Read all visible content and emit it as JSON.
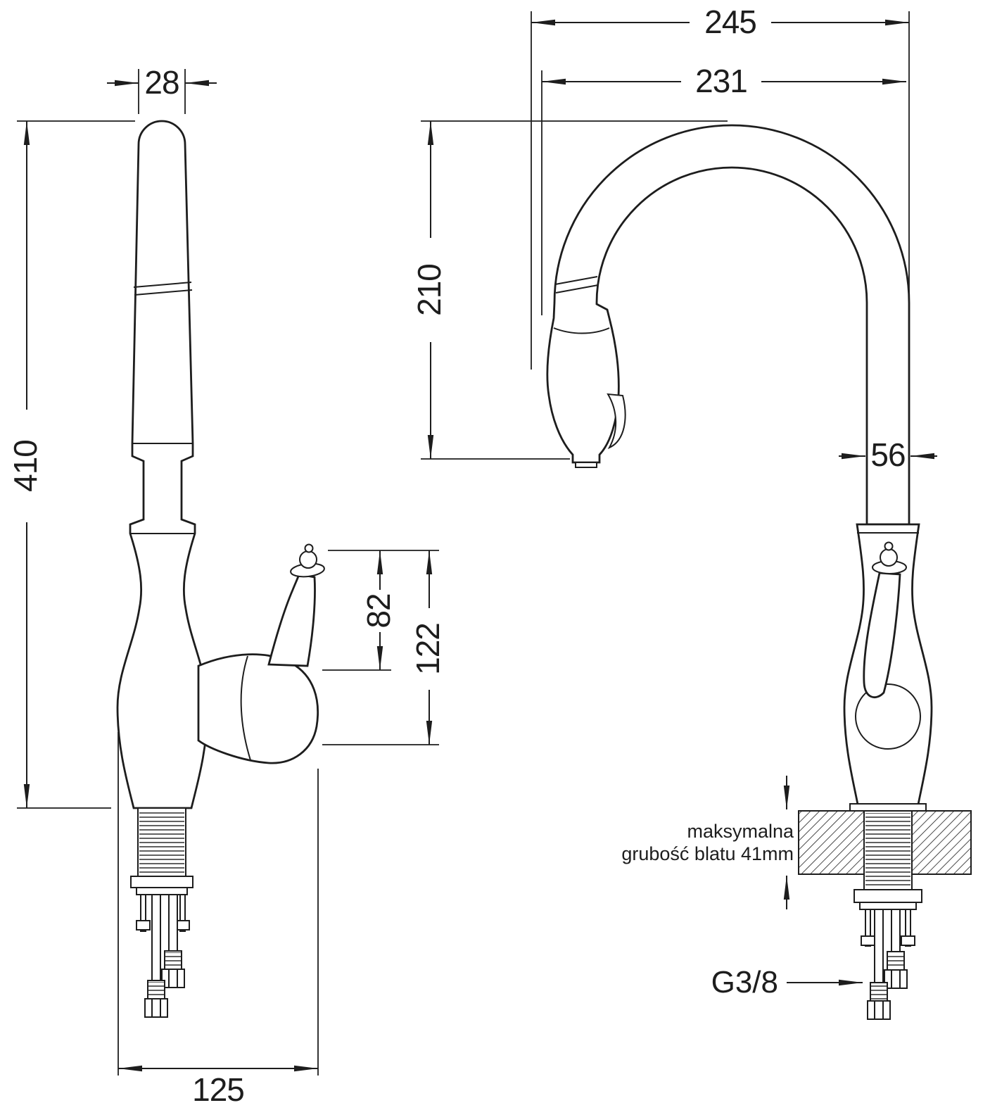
{
  "colors": {
    "ink": "#1d1d1d",
    "background": "#ffffff"
  },
  "left_view": {
    "dim_spout_diameter": "28",
    "dim_total_height": "410",
    "dim_handle_upper": "82",
    "dim_handle_total": "122",
    "dim_footprint": "125"
  },
  "right_view": {
    "dim_total_depth": "245",
    "dim_spout_reach": "231",
    "dim_spout_height": "210",
    "dim_body_depth": "56",
    "counter_note_line1": "maksymalna",
    "counter_note_line2": "grubość blatu 41mm",
    "thread_label": "G3/8"
  }
}
